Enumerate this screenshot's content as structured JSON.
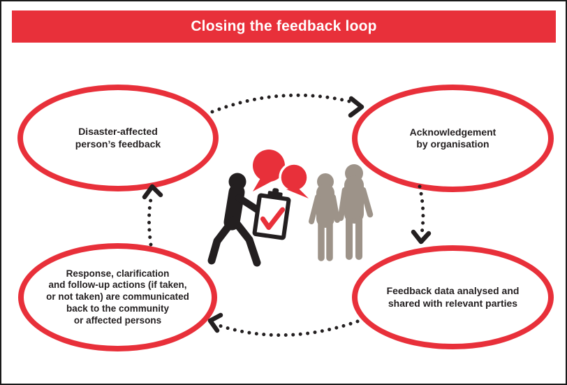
{
  "colors": {
    "red": "#e8303a",
    "black": "#231f20",
    "gray": "#9d9389",
    "white": "#ffffff"
  },
  "header": {
    "title": "Closing the feedback loop"
  },
  "loop": {
    "steps": [
      {
        "id": "disaster-feedback",
        "label": "Disaster-affected\nperson’s feedback"
      },
      {
        "id": "acknowledgement",
        "label": "Acknowledgement\nby organisation"
      },
      {
        "id": "data-analysed",
        "label": "Feedback data analysed and\nshared with relevant parties"
      },
      {
        "id": "response-communicated",
        "label": "Response, clarification\nand follow-up actions (if taken,\nor not taken) are communicated\nback to the community\nor affected persons"
      }
    ]
  },
  "icons": {
    "speech_bubbles": "speech-bubbles-icon",
    "surveyor": "surveyor-clipboard-icon",
    "community": "community-members-icon",
    "arrows": [
      "arrow-top",
      "arrow-right",
      "arrow-bottom",
      "arrow-left"
    ]
  }
}
